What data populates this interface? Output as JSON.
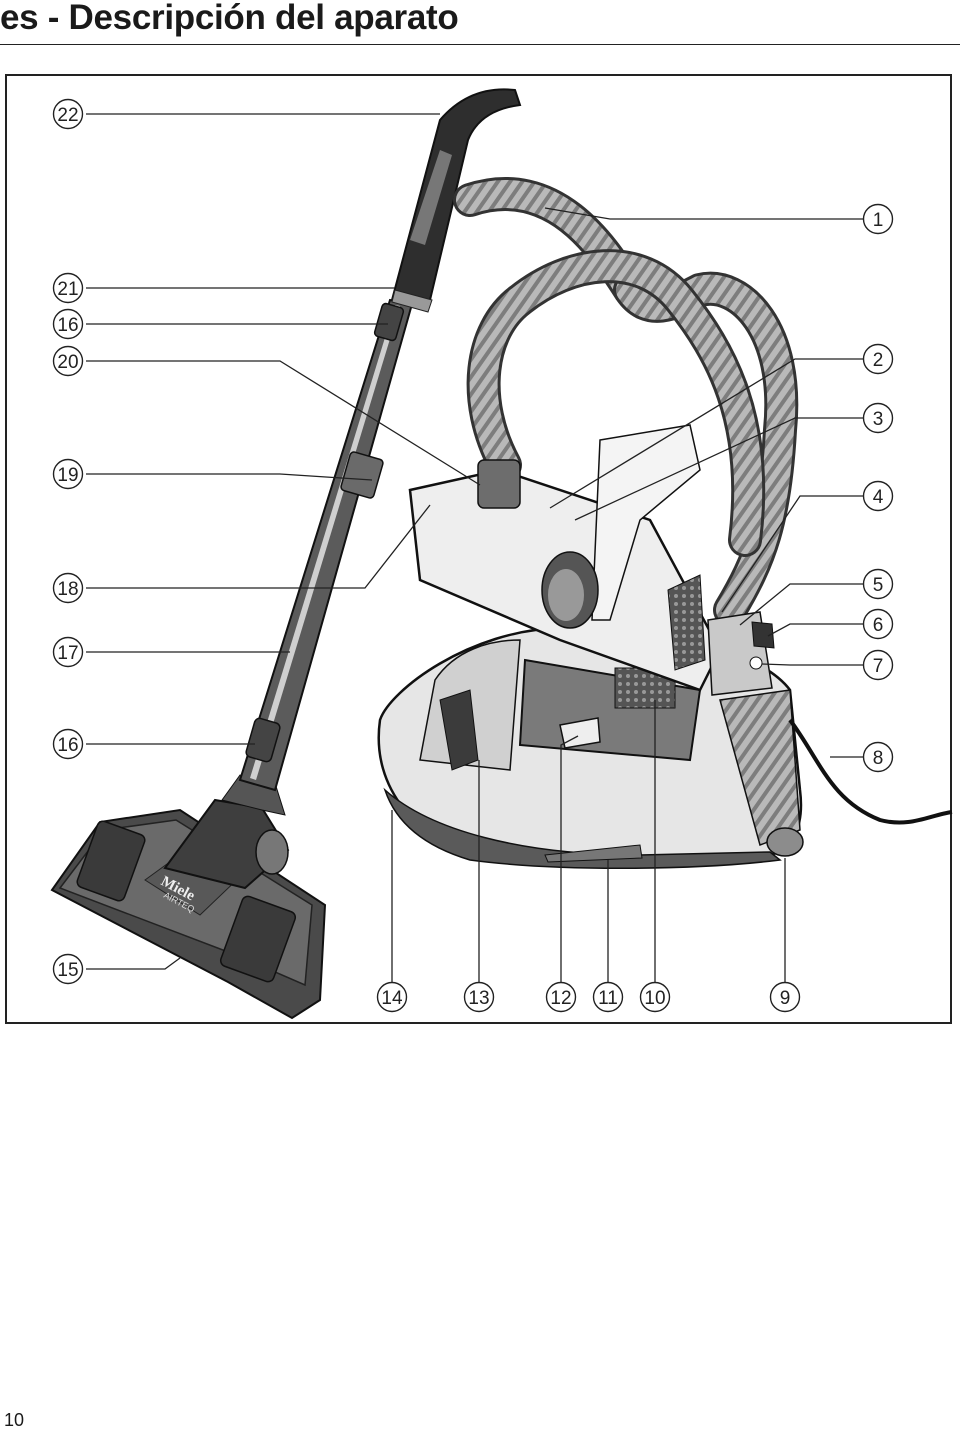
{
  "header": {
    "title": "es - Descripción del aparato"
  },
  "figure": {
    "product_brand": "Miele",
    "product_model": "AIRTEQ",
    "callouts": [
      "1",
      "2",
      "3",
      "4",
      "5",
      "6",
      "7",
      "8",
      "9",
      "10",
      "11",
      "12",
      "13",
      "14",
      "15",
      "16",
      "17",
      "18",
      "19",
      "20",
      "21",
      "22"
    ]
  },
  "footer": {
    "page_number": "10"
  }
}
